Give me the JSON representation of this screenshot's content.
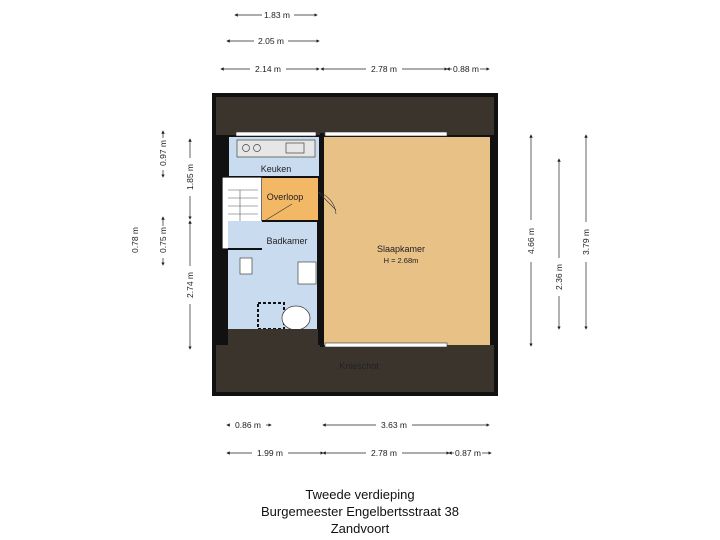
{
  "dimensions": {
    "top_row1": "1.83 m",
    "top_row2": "2.05 m",
    "top_row3_left": "2.14 m",
    "top_row3_mid": "2.78 m",
    "top_row3_right": "0.88 m",
    "left_a": "0.97 m",
    "left_b": "1.85 m",
    "left_c": "0.78 m",
    "left_d": "0.75 m",
    "left_e": "2.74 m",
    "right_a": "4.66 m",
    "right_b": "2.36 m",
    "right_c": "3.79 m",
    "bottom_row1_left": "0.86 m",
    "bottom_row1_right": "3.63 m",
    "bottom_row2_left": "1.99 m",
    "bottom_row2_mid": "2.78 m",
    "bottom_row2_right": "0.87 m"
  },
  "rooms": {
    "keuken": "Keuken",
    "overloop": "Overloop",
    "badkamer": "Badkamer",
    "slaapkamer": "Slaapkamer",
    "slaapkamer_height": "H = 2.68m",
    "knieschot": "Knieschot"
  },
  "title": {
    "line1": "Tweede verdieping",
    "line2": "Burgemeester Engelbertsstraat 38",
    "line3": "Zandvoort"
  },
  "colors": {
    "knieschot": "#3b342d",
    "bedroom": "#e8c187",
    "landing": "#f2b866",
    "wet_rooms": "#c9dcef",
    "wall": "#111111"
  }
}
